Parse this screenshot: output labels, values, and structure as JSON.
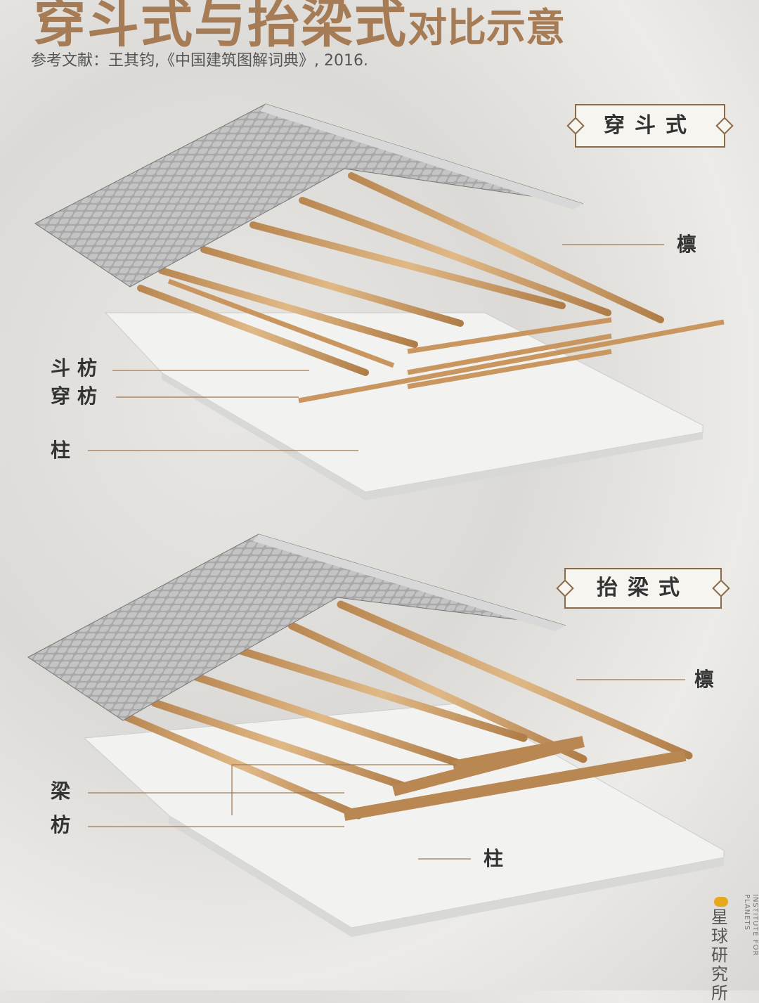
{
  "title": {
    "main": "穿斗式与抬梁式",
    "suffix": "对比示意"
  },
  "reference": "参考文献：王其钧,《中国建筑图解词典》, 2016.",
  "top_diagram": {
    "tag": "穿斗式",
    "labels": {
      "purlin": "檩",
      "dou_fang": "斗枋",
      "chuan_fang": "穿枋",
      "column": "柱"
    }
  },
  "bottom_diagram": {
    "tag": "抬梁式",
    "labels": {
      "purlin": "檩",
      "beam": "梁",
      "fang": "枋",
      "column": "柱"
    }
  },
  "logo": {
    "name": "星球研究所",
    "english": "INSTITUTE FOR PLANETS"
  },
  "colors": {
    "title": "#a57c55",
    "wood": "#d2a56e",
    "roof": "#9a9a9a",
    "platform": "#f1f1f0"
  }
}
